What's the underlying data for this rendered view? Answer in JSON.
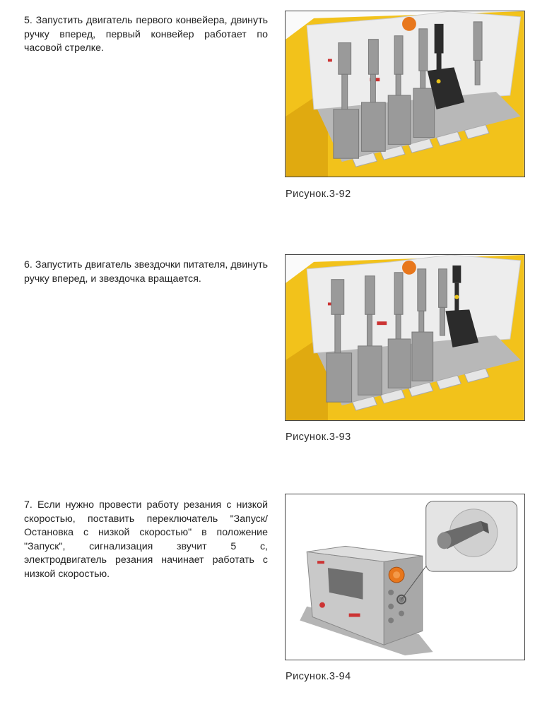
{
  "steps": [
    {
      "text": "5. Запустить двигатель первого конвейера, двинуть ручку вперед, первый конвейер работает по часовой стрелке.",
      "caption": "Рисунок.3-92"
    },
    {
      "text": "6. Запустить двигатель звездочки питателя, двинуть ручку вперед, и звездочка вращается.",
      "caption": "Рисунок.3-93"
    },
    {
      "text": "7. Если нужно провести работу резания с низкой скоростью, поставить переключатель \"Запуск/Остановка с низкой скоростью\" в положение \"Запуск\", сигнализация звучит 5 с, электродвигатель резания начинает работать с низкой скоростью.",
      "caption": "Рисунок.3-94"
    }
  ],
  "colors": {
    "machine_yellow": "#f2c21b",
    "highlight_lever": "#2b2b2b",
    "lever_grey": "#9a9a9a",
    "stop_button": "#e8771c"
  }
}
